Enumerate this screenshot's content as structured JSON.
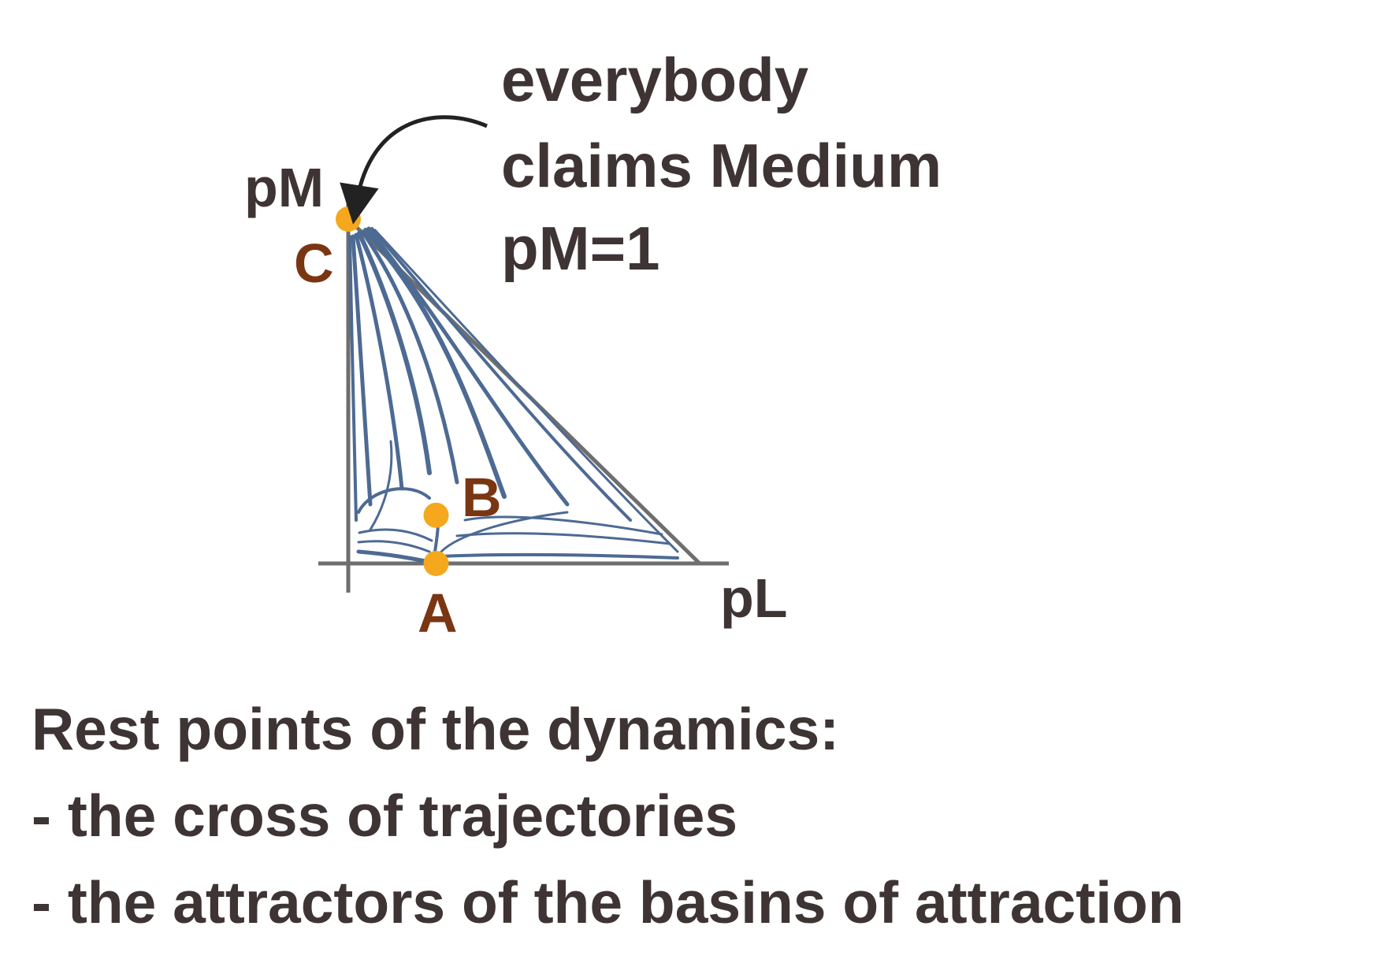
{
  "callout": {
    "lines": [
      "everybody",
      "claims Medium",
      "pM=1"
    ]
  },
  "axes": {
    "vertical": "pM",
    "horizontal": "pL"
  },
  "rest_points": [
    {
      "label": "A",
      "pL": 0.25,
      "pM": 0.0
    },
    {
      "label": "B",
      "pL": 0.25,
      "pM": 0.14
    },
    {
      "label": "C",
      "pL": 0.0,
      "pM": 1.0
    }
  ],
  "caption": {
    "heading": "Rest points of the dynamics:",
    "items": [
      "- the cross of trajectories",
      "- the attractors of the basins of attraction"
    ]
  },
  "colors": {
    "text": "#3e3434",
    "point_label": "#7a3612",
    "rest_point": "#f5a81d",
    "trajectory": "#4d6a93",
    "axis": "#6e6e6e",
    "simplex_edge": "#6e6e6e"
  }
}
